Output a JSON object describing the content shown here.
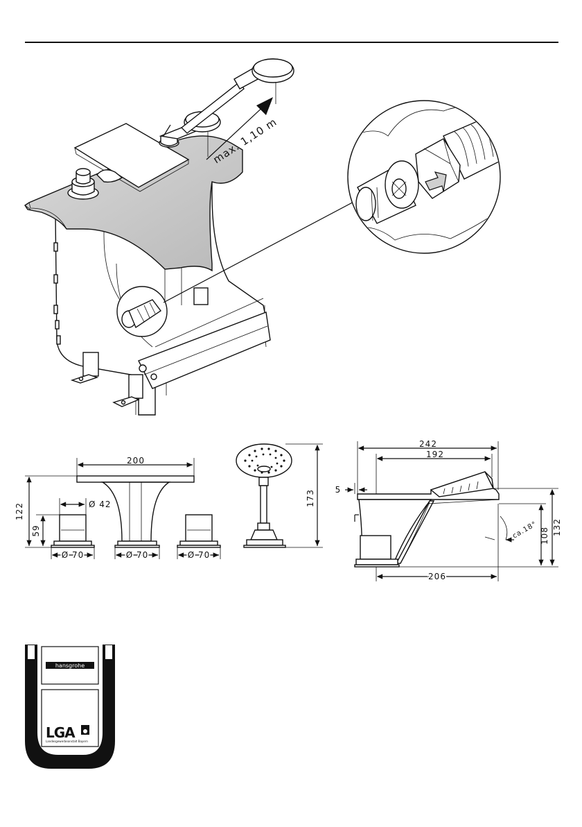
{
  "installation_view": {
    "hose_length_label": "max. 1,10 m"
  },
  "dimensions": {
    "row_left": {
      "width_200": "200",
      "height_122": "122",
      "height_59": "59",
      "dia_42": "Ø 42",
      "dia_70_a": "Ø 70",
      "dia_70_b": "Ø 70",
      "dia_70_c": "Ø 70"
    },
    "handshower": {
      "height_173": "173"
    },
    "spout": {
      "width_242": "242",
      "width_192": "192",
      "offset_5": "5",
      "height_132": "132",
      "height_108": "108",
      "depth_206": "206",
      "angle": "ca.18°"
    }
  },
  "certification": {
    "brand": "hansgrohe",
    "lga_logo": "LGA",
    "lga_subtext": "Landesgewerbeanstalt Bayern"
  }
}
